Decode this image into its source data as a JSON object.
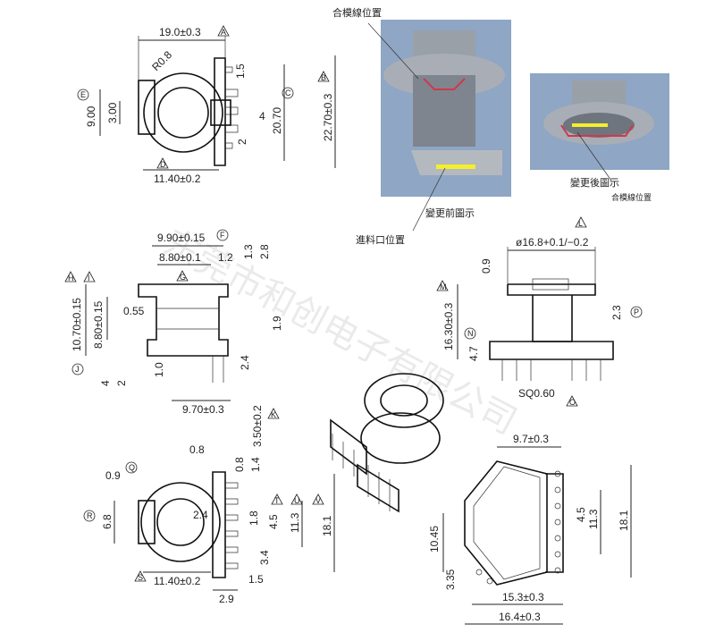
{
  "watermark": "东莞市和创电子有限公司",
  "view_top_left": {
    "dims": [
      "19.0±0.3",
      "R0.8",
      "9.00",
      "3.00",
      "1.5",
      "20.70",
      "22.70±0.3",
      "4",
      "2",
      "11.40±0.2"
    ],
    "tags": [
      "A",
      "B",
      "C",
      "D",
      "E"
    ]
  },
  "view_front_left": {
    "dims": [
      "9.90±0.15",
      "8.80±0.1",
      "1.2",
      "1.3",
      "2.8",
      "10.70±0.15",
      "8.80±0.15",
      "0.55",
      "1.9",
      "2.4",
      "1.0",
      "4",
      "2",
      "9.70±0.3"
    ],
    "tags": [
      "F",
      "G",
      "H",
      "I",
      "J"
    ]
  },
  "view_bottom_left": {
    "dims": [
      "3.50±0.2",
      "0.8",
      "0.8",
      "1.4",
      "0.9",
      "6.8",
      "2.4",
      "1.8",
      "4.5",
      "11.3",
      "18.1",
      "3.4",
      "11.40±0.2",
      "1.5",
      "2.9"
    ],
    "tags": [
      "K",
      "Q",
      "R",
      "S",
      "T",
      "U",
      "V"
    ]
  },
  "view_right": {
    "dims": [
      "ø16.8+0.1/−0.2",
      "0.9",
      "16.30±0.3",
      "2.3",
      "4.7",
      "SQ0.60"
    ],
    "tags": [
      "L",
      "M",
      "N",
      "O",
      "P"
    ]
  },
  "view_pcb": {
    "dims": [
      "9.7±0.3",
      "4.5",
      "11.3",
      "18.1",
      "10.45",
      "3.35",
      "15.3±0.3",
      "16.4±0.3"
    ]
  },
  "photo_labels": {
    "mold_line_top": "合模線位置",
    "before_change": "變更前圖示",
    "gate_position": "進料口位置",
    "after_change": "變更後圖示",
    "mold_line_right": "合模線位置"
  },
  "colors": {
    "photo_bg": "#8fa6c4",
    "mold_line": "#d0384a",
    "gate_mark": "#f4ef2a"
  }
}
